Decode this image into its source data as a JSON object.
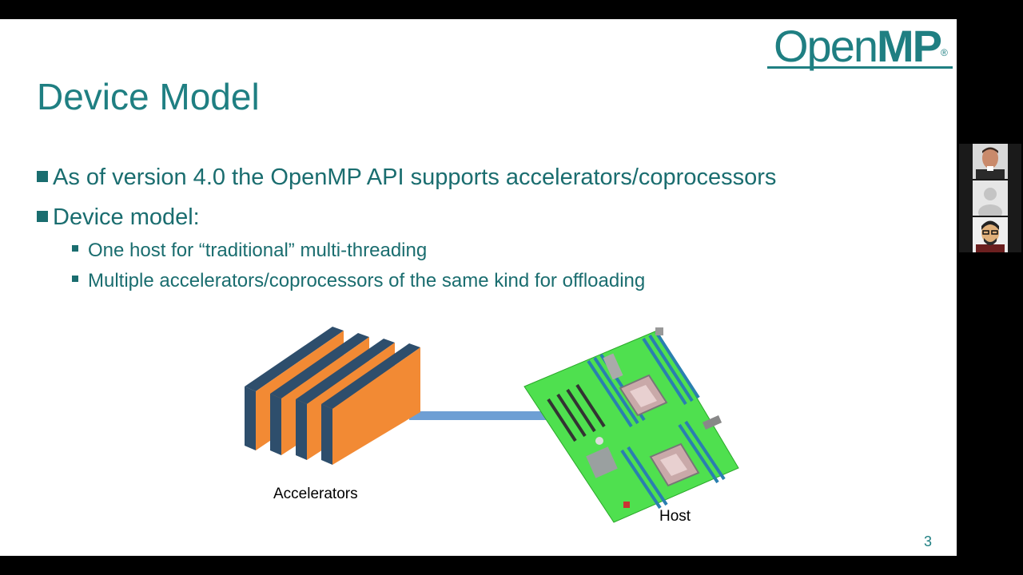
{
  "logo": {
    "text_light": "Open",
    "text_bold": "MP",
    "reg": "®"
  },
  "slide": {
    "title": "Device Model",
    "bullets": [
      "As of version 4.0 the OpenMP API supports accelerators/coprocessors",
      "Device model:"
    ],
    "sub_bullets": [
      "One host for “traditional” multi-threading",
      "Multiple accelerators/coprocessors of the same kind for offloading"
    ],
    "diagram": {
      "accelerators_label": "Accelerators",
      "host_label": "Host",
      "colors": {
        "card_front": "#f28a34",
        "card_side": "#2e4e6c",
        "link": "#6e9fd4",
        "board": "#4fe04f"
      }
    },
    "page_number": "3"
  },
  "participants": [
    {
      "icon": "participant-photo-man"
    },
    {
      "icon": "participant-placeholder-avatar"
    },
    {
      "icon": "participant-cartoon-avatar"
    }
  ]
}
